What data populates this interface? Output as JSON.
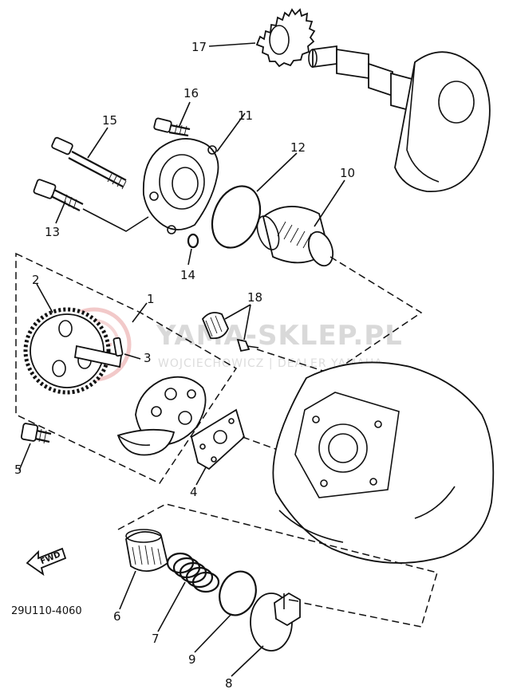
{
  "diagram": {
    "code": "29U110-4060",
    "fwd_label": "FWD",
    "watermark": {
      "brand": "YAMA-SKLEP.PL",
      "subline": "WOJCIECHOWICZ | DEALER YAMAHA"
    },
    "callouts": {
      "c1": "1",
      "c2": "2",
      "c3": "3",
      "c4": "4",
      "c5": "5",
      "c6": "6",
      "c7": "7",
      "c8": "8",
      "c9": "9",
      "c10": "10",
      "c11": "11",
      "c12": "12",
      "c13": "13",
      "c14": "14",
      "c15": "15",
      "c16": "16",
      "c17": "17",
      "c18": "18"
    }
  }
}
